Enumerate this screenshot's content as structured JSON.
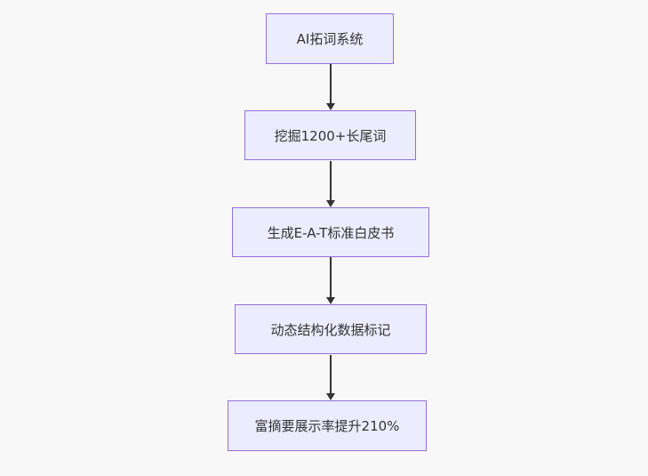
{
  "diagram": {
    "type": "flowchart",
    "direction": "top-down",
    "background_color": "#f8f8f8",
    "node_fill_color": "#ECECFF",
    "node_border_color": "#9370DB",
    "text_color": "#333333",
    "arrow_color": "#333333",
    "nodes": [
      {
        "id": "node-1",
        "label": "AI拓词系统"
      },
      {
        "id": "node-2",
        "label": "挖掘1200+长尾词"
      },
      {
        "id": "node-3",
        "label": "生成E-A-T标准白皮书"
      },
      {
        "id": "node-4",
        "label": "动态结构化数据标记"
      },
      {
        "id": "node-5",
        "label": "富摘要展示率提升210%"
      }
    ],
    "edges": [
      {
        "from": "node-1",
        "to": "node-2"
      },
      {
        "from": "node-2",
        "to": "node-3"
      },
      {
        "from": "node-3",
        "to": "node-4"
      },
      {
        "from": "node-4",
        "to": "node-5"
      }
    ]
  }
}
